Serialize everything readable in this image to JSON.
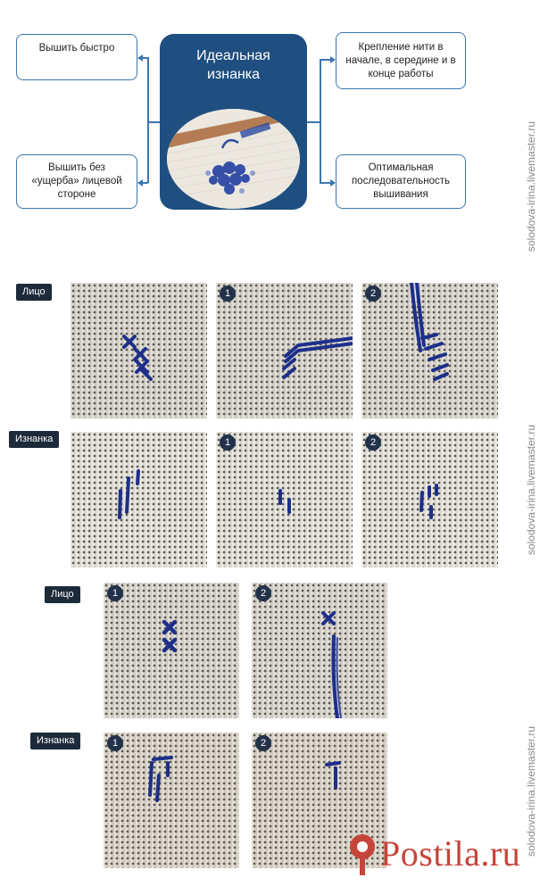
{
  "infographic": {
    "center_title": "Идеальная\nизнанка",
    "left_top": "Вышить быстро",
    "left_bottom": "Вышить без «ущерба» лицевой стороне",
    "right_top": "Крепление нити в начале, в середине и в конце работы",
    "right_bottom": "Оптимальная последовательность вышивания"
  },
  "labels": {
    "front": "Лицо",
    "back": "Изнанка"
  },
  "numbers": {
    "one": "1",
    "two": "2"
  },
  "watermark": "solodova-irina.livemaster.ru",
  "logo": {
    "text": "Postila.ru"
  },
  "colors": {
    "panel": "#1f4f80",
    "box_border": "#3b76ad",
    "thread": "#1d2f8a",
    "label_bg": "#1d2a3a",
    "logo": "#c6453a"
  }
}
